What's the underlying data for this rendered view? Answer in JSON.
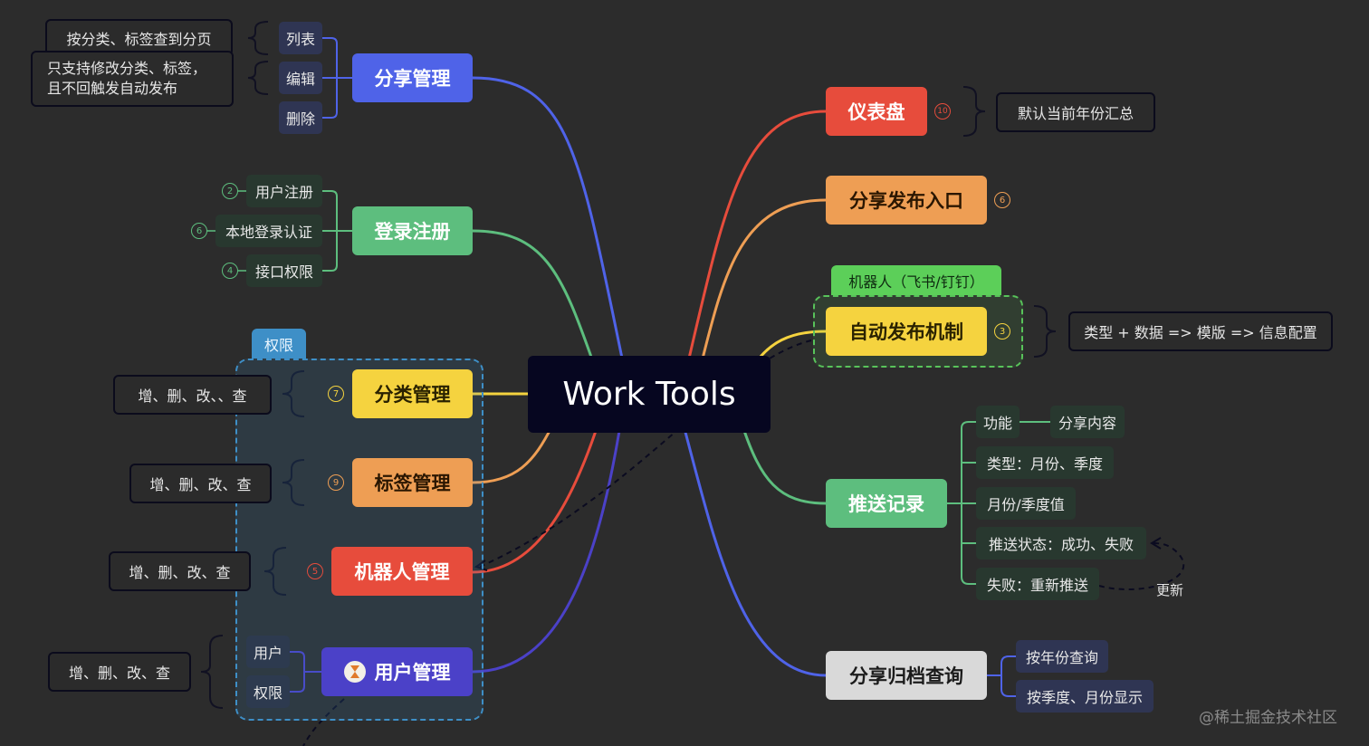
{
  "center": {
    "title": "Work Tools"
  },
  "branches": {
    "share_mgmt": {
      "label": "分享管理",
      "children": [
        "列表",
        "编辑",
        "删除"
      ],
      "notes": {
        "list": "按分类、标签查到分页",
        "edit_line1": "只支持修改分类、标签，",
        "edit_line2": "且不回触发自动发布"
      }
    },
    "login": {
      "label": "登录注册",
      "children": [
        {
          "label": "用户注册",
          "count": "2"
        },
        {
          "label": "本地登录认证",
          "count": "6"
        },
        {
          "label": "接口权限",
          "count": "4"
        }
      ]
    },
    "permission_group": {
      "label": "权限"
    },
    "category": {
      "label": "分类管理",
      "count": "7",
      "note": "增、删、改、、查"
    },
    "tag": {
      "label": "标签管理",
      "count": "9",
      "note": "增、删、改、查"
    },
    "robot": {
      "label": "机器人管理",
      "count": "5",
      "note": "增、删、改、查"
    },
    "user": {
      "label": "用户管理",
      "children": [
        "用户",
        "权限"
      ],
      "note": "增、删、改、查"
    },
    "dashboard": {
      "label": "仪表盘",
      "count": "10",
      "note": "默认当前年份汇总"
    },
    "publish_entry": {
      "label": "分享发布入口",
      "count": "6"
    },
    "auto_publish": {
      "label": "自动发布机制",
      "count": "3",
      "group_label": "机器人（飞书/钉钉）",
      "note": "类型 + 数据 => 模版 => 信息配置"
    },
    "push_log": {
      "label": "推送记录",
      "function_label": "功能",
      "function_child": "分享内容",
      "children": [
        "类型：月份、季度",
        "月份/季度值",
        "推送状态：成功、失败",
        "失败：重新推送"
      ],
      "relation_label": "更新"
    },
    "archive": {
      "label": "分享归档查询",
      "children": [
        "按年份查询",
        "按季度、月份显示"
      ]
    }
  },
  "watermark": "@稀土掘金技术社区",
  "colors": {
    "blue": "#4f63e8",
    "green": "#5dbe7e",
    "yellow": "#f5d33f",
    "orange": "#ee9e54",
    "red": "#e74c3c",
    "purple": "#4b41c8",
    "gray": "#d9d9d9",
    "center_bg": "#060620"
  },
  "icons": {
    "user_mgmt": "hourglass-icon"
  }
}
